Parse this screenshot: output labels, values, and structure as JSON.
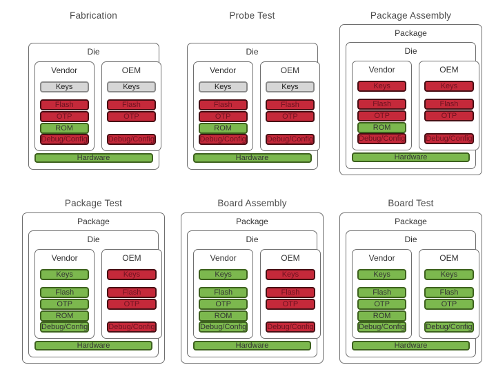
{
  "labels": {
    "package": "Package",
    "die": "Die",
    "vendor": "Vendor",
    "oem": "OEM",
    "keys": "Keys",
    "flash": "Flash",
    "otp": "OTP",
    "rom": "ROM",
    "debug": "Debug/Config",
    "hardware": "Hardware"
  },
  "colors": {
    "red_fill": "#c5293a",
    "red_border": "#470e14",
    "red_text": "#6e1220",
    "green_fill": "#7cb84e",
    "green_border": "#3d611e",
    "green_text": "#333333",
    "gray_fill": "#d6d6d6",
    "gray_border": "#8a8a8a",
    "gray_text": "#1f1f1f",
    "box_border": "#6e6e6e",
    "label_text": "#333333",
    "title_text": "#4a4a4a"
  },
  "stages": [
    {
      "title": "Fabrication",
      "has_package": false,
      "vendor": {
        "keys": "gray",
        "flash": "red",
        "otp": "red",
        "rom": "green",
        "debug": "red"
      },
      "oem": {
        "keys": "gray",
        "flash": "red",
        "otp": "red",
        "debug": "red"
      },
      "hardware": "green"
    },
    {
      "title": "Probe Test",
      "has_package": false,
      "vendor": {
        "keys": "gray",
        "flash": "red",
        "otp": "red",
        "rom": "green",
        "debug": "red"
      },
      "oem": {
        "keys": "gray",
        "flash": "red",
        "otp": "red",
        "debug": "red"
      },
      "hardware": "green"
    },
    {
      "title": "Package Assembly",
      "has_package": true,
      "vendor": {
        "keys": "red",
        "flash": "red",
        "otp": "red",
        "rom": "green",
        "debug": "red"
      },
      "oem": {
        "keys": "red",
        "flash": "red",
        "otp": "red",
        "debug": "red"
      },
      "hardware": "green"
    },
    {
      "title": "Package Test",
      "has_package": true,
      "vendor": {
        "keys": "green",
        "flash": "green",
        "otp": "green",
        "rom": "green",
        "debug": "green"
      },
      "oem": {
        "keys": "red",
        "flash": "red",
        "otp": "red",
        "debug": "red"
      },
      "hardware": "green"
    },
    {
      "title": "Board Assembly",
      "has_package": true,
      "vendor": {
        "keys": "green",
        "flash": "green",
        "otp": "green",
        "rom": "green",
        "debug": "green"
      },
      "oem": {
        "keys": "red",
        "flash": "red",
        "otp": "red",
        "debug": "red"
      },
      "hardware": "green"
    },
    {
      "title": "Board Test",
      "has_package": true,
      "vendor": {
        "keys": "green",
        "flash": "green",
        "otp": "green",
        "rom": "green",
        "debug": "green"
      },
      "oem": {
        "keys": "green",
        "flash": "green",
        "otp": "green",
        "debug": "green"
      },
      "hardware": "green"
    }
  ]
}
